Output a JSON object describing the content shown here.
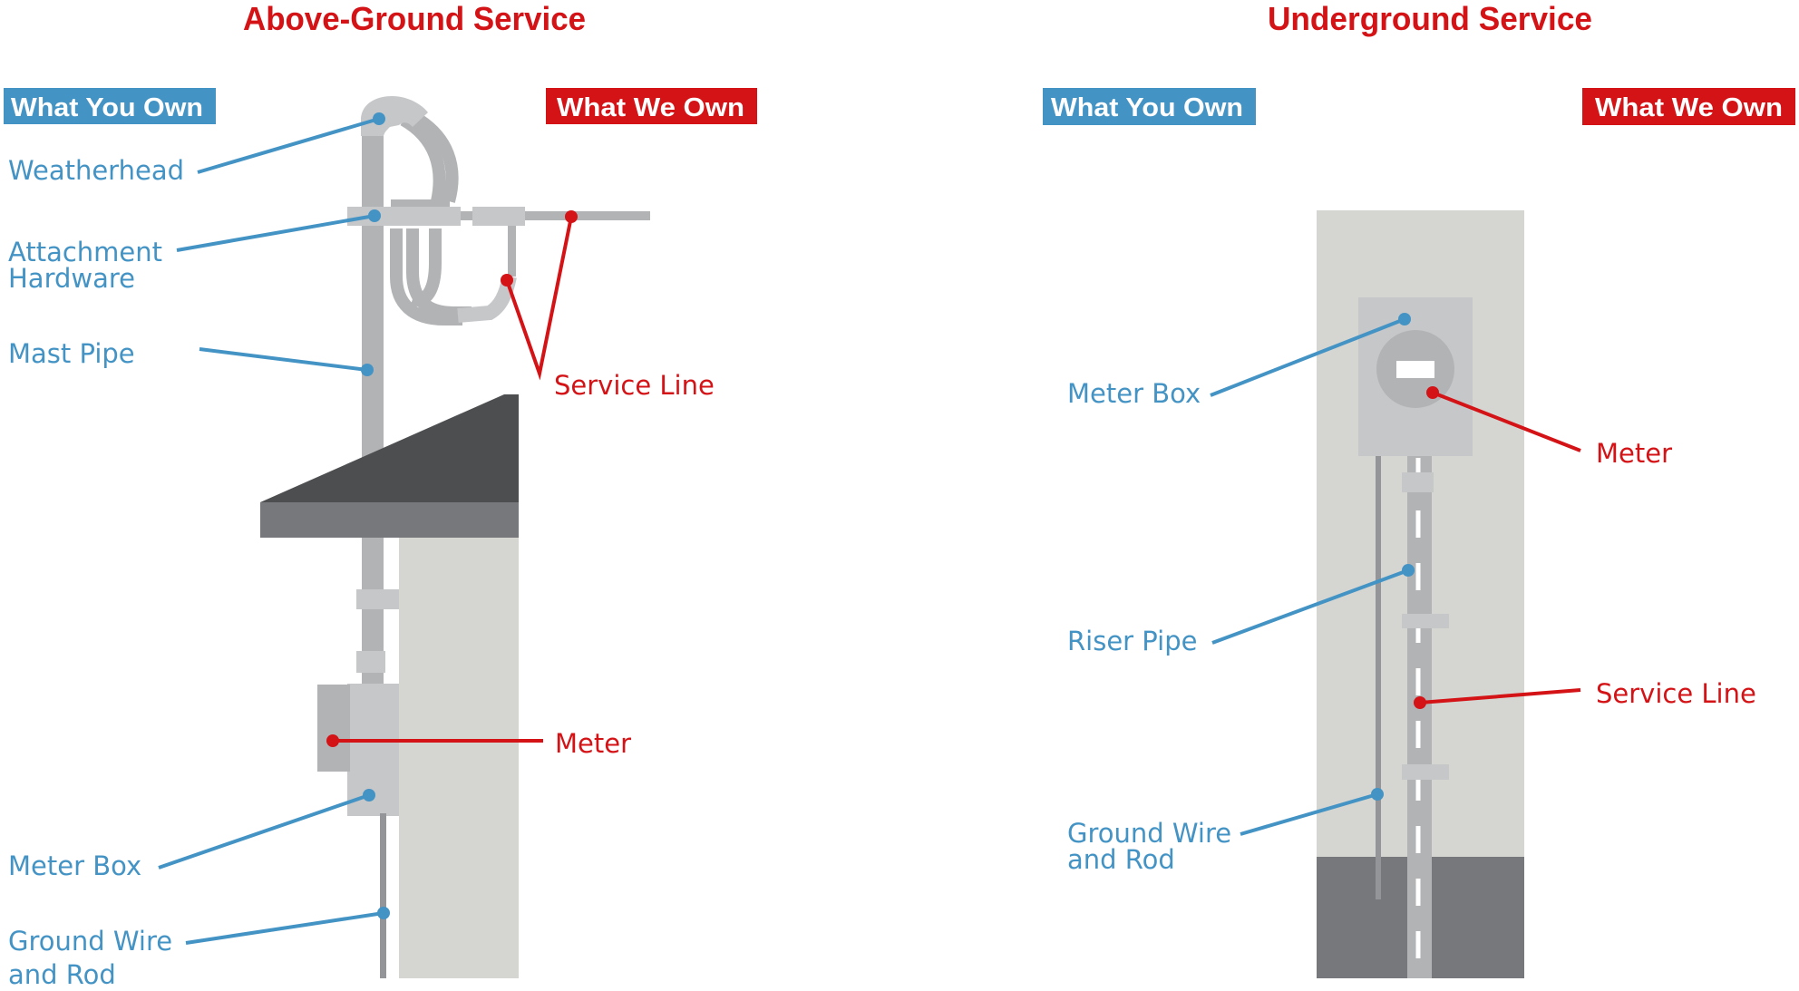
{
  "colors": {
    "you_own": "#4493c5",
    "we_own": "#d41317"
  },
  "above_ground": {
    "title": "Above-Ground Service",
    "badge_you": "What You Own",
    "badge_we": "What We Own",
    "labels": {
      "weatherhead": "Weatherhead",
      "attachment_1": "Attachment",
      "attachment_2": "Hardware",
      "mast_pipe": "Mast Pipe",
      "service_line": "Service Line",
      "meter": "Meter",
      "meter_box": "Meter Box",
      "ground_1": "Ground Wire",
      "ground_2": "and Rod"
    }
  },
  "underground": {
    "title": "Underground Service",
    "badge_you": "What You Own",
    "badge_we": "What We Own",
    "labels": {
      "meter_box": "Meter Box",
      "meter": "Meter",
      "riser_pipe": "Riser Pipe",
      "service_line": "Service Line",
      "ground_1": "Ground Wire",
      "ground_2": "and Rod"
    }
  }
}
